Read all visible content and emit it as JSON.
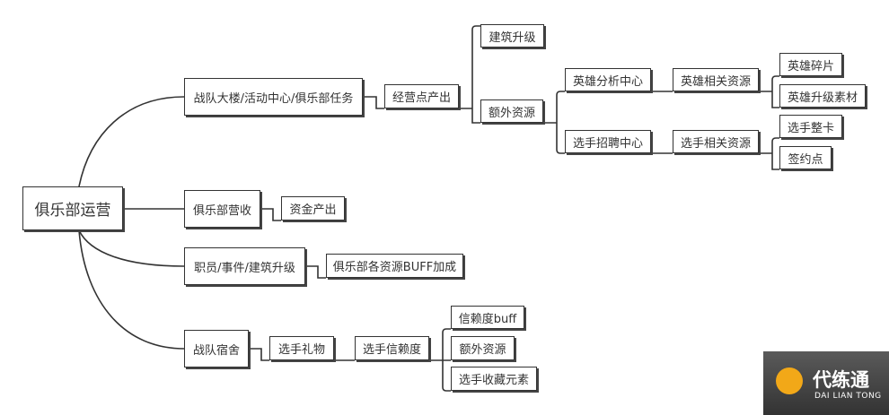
{
  "root": "俱乐部运营",
  "branches": {
    "building": {
      "label": "战队大楼/活动中心/俱乐部任务",
      "output": "经营点产出",
      "upgrade": "建筑升级",
      "extra": "额外资源",
      "hero_center": "英雄分析中心",
      "hero_res": "英雄相关资源",
      "hero_frag": "英雄碎片",
      "hero_mat": "英雄升级素材",
      "recruit_center": "选手招聘中心",
      "player_res": "选手相关资源",
      "player_card": "选手整卡",
      "sign_point": "签约点"
    },
    "revenue": {
      "label": "俱乐部营收",
      "output": "资金产出"
    },
    "staff": {
      "label": "职员/事件/建筑升级",
      "output": "俱乐部各资源BUFF加成"
    },
    "dorm": {
      "label": "战队宿舍",
      "gift": "选手礼物",
      "trust": "选手信赖度",
      "trust_buff": "信赖度buff",
      "extra": "额外资源",
      "collect": "选手收藏元素"
    }
  },
  "logo": {
    "cn": "代练通",
    "en": "DAI LIAN TONG"
  }
}
